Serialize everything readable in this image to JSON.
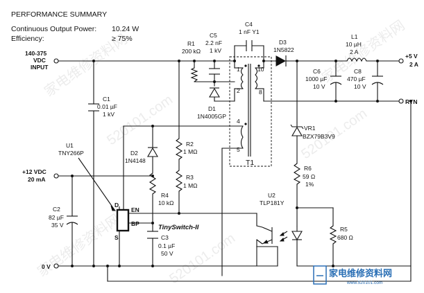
{
  "summary": {
    "title": "PERFORMANCE SUMMARY",
    "power_label": "Continuous Output Power:",
    "power_value": "10.24 W",
    "eff_label": "Efficiency:",
    "eff_value": "≥ 75%"
  },
  "input": {
    "line1": "140-375",
    "line2": "VDC",
    "line3": "INPUT"
  },
  "aux_input": {
    "line1": "+12 VDC",
    "line2": "20 mA"
  },
  "ground": {
    "label": "0 V"
  },
  "output": {
    "plus": "+5 V",
    "current": "2 A",
    "rtn": "RTN"
  },
  "components": {
    "c1": {
      "ref": "C1",
      "v1": "0.01 µF",
      "v2": "1 kV"
    },
    "c2": {
      "ref": "C2",
      "v1": "82 µF",
      "v2": "35 V"
    },
    "c3": {
      "ref": "C3",
      "v1": "0.1 µF",
      "v2": "50 V"
    },
    "c4": {
      "ref": "C4",
      "v1": "1 nF Y1"
    },
    "c5": {
      "ref": "C5",
      "v1": "2.2 nF",
      "v2": "1 kV"
    },
    "c6": {
      "ref": "C6",
      "v1": "1000 µF",
      "v2": "10 V"
    },
    "c8": {
      "ref": "C8",
      "v1": "470 µF",
      "v2": "10 V"
    },
    "r1": {
      "ref": "R1",
      "v1": "200 kΩ"
    },
    "r2": {
      "ref": "R2",
      "v1": "1 MΩ"
    },
    "r3": {
      "ref": "R3",
      "v1": "1 MΩ"
    },
    "r4": {
      "ref": "R4",
      "v1": "10 kΩ"
    },
    "r5": {
      "ref": "R5",
      "v1": "680 Ω"
    },
    "r6": {
      "ref": "R6",
      "v1": "59 Ω",
      "v2": "1%"
    },
    "d1": {
      "ref": "D1",
      "v1": "1N4005GP"
    },
    "d2": {
      "ref": "D2",
      "v1": "1N4148"
    },
    "d3": {
      "ref": "D3",
      "v1": "1N5822"
    },
    "vr1": {
      "ref": "VR1",
      "v1": "BZX79B3V9"
    },
    "l1": {
      "ref": "L1",
      "v1": "10 µH",
      "v2": "2 A"
    },
    "u1": {
      "ref": "U1",
      "v1": "TNY266P",
      "pin_d": "D",
      "pin_s": "S",
      "pin_en": "EN",
      "pin_bp": "BP"
    },
    "u2": {
      "ref": "U2",
      "v1": "TLP181Y"
    },
    "t1": {
      "ref": "T1",
      "p1": "1",
      "p2": "2",
      "p4": "4",
      "p5": "5",
      "p8": "8",
      "p10": "10"
    }
  },
  "chip_brand": "TinySwitch-II",
  "watermarks": [
    "家电维修资料网",
    "520101.com"
  ],
  "logo": {
    "text": "家电维修资料网",
    "url": "www.520101.com"
  }
}
